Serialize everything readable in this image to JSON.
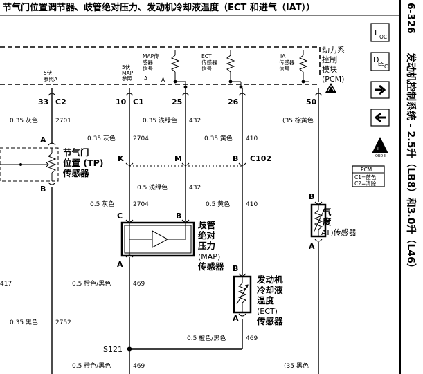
{
  "header": {
    "title": "节气门位置调节器、歧管绝对压力、发动机冷却液温度（ECT 和进气（IAT））",
    "page_number": "6-326",
    "section_title": "发动机控制系统 - 2.5升（LB8）和3.0升（L46）"
  },
  "pcm_module": {
    "label_lines": [
      "动力系",
      "控制",
      "模块",
      "(PCM)"
    ],
    "sensor_signals": [
      {
        "lines": [
          "MAP传",
          "感器",
          "信号"
        ],
        "tail": "A"
      },
      {
        "lines": [
          "ECT",
          "传感器",
          "信号"
        ],
        "tail": ""
      },
      {
        "lines": [
          "IA",
          "传感器",
          "信号"
        ],
        "tail": ""
      }
    ],
    "ref_5v_a": [
      "5伏",
      "参照A"
    ],
    "ref_5v_map": [
      "5伏",
      "MAP",
      "参照",
      "A"
    ]
  },
  "pcm_pins": [
    {
      "pin": "33",
      "conn": "C2"
    },
    {
      "pin": "10",
      "conn": "C1"
    },
    {
      "pin": "25",
      "conn": ""
    },
    {
      "pin": "26",
      "conn": ""
    },
    {
      "pin": "50",
      "conn": ""
    }
  ],
  "wires": {
    "w2701": "0.35 灰色",
    "c2701": "2701",
    "w2704a": "0.35 灰色",
    "c2704a": "2704",
    "w432a": "0.35 浅绿色",
    "c432a": "432",
    "w410a": "0.35 黄色",
    "c410a": "410",
    "w35a": "(35 棕黄色",
    "w432b": "0.5 浅绿色",
    "c432b": "432",
    "w2704b": "0.5 灰色",
    "c2704b": "2704",
    "w410b": "0.5 黄色",
    "c410b": "410",
    "w469a": "0.5 橙色/黑色",
    "c469a": "469",
    "w417": "417",
    "w2752": "0.35 黑色",
    "c2752": "2752",
    "w469b": "0.5 橙色/黑色",
    "c469b": "469",
    "w469c": "0.5 橙色/黑色",
    "c469c": "469",
    "w35b": "(35 黑色"
  },
  "connector_c102": {
    "name": "C102",
    "pins": [
      "K",
      "M",
      "B"
    ]
  },
  "splice": "S121",
  "components": {
    "tp_sensor": {
      "lines": [
        "节气门",
        "位置 (TP)",
        "传感器"
      ],
      "pins": [
        "A",
        "B"
      ]
    },
    "map_sensor": {
      "lines": [
        "歧管",
        "绝对",
        "压力",
        "(MAP)",
        "传感器"
      ],
      "pins": [
        "C",
        "B",
        "A"
      ]
    },
    "ect_sensor": {
      "lines": [
        "发动机",
        "冷却液",
        "温度",
        "(ECT)",
        "传感器"
      ],
      "pins": [
        "B",
        "A"
      ]
    },
    "iat_sensor": {
      "lines": [
        "气",
        "度",
        "AT)传感器"
      ],
      "pins": [
        "B",
        "A"
      ]
    }
  },
  "legend": {
    "loc_icon": {
      "main": "L",
      "sub": "OC"
    },
    "desc_icon": {
      "main": "D",
      "sub": "ES",
      "tail": "C"
    },
    "obd_label": "OBD II",
    "pcm_box": {
      "title": "PCM",
      "c1": "C1=蓝色",
      "c2": "C2=清除"
    }
  }
}
